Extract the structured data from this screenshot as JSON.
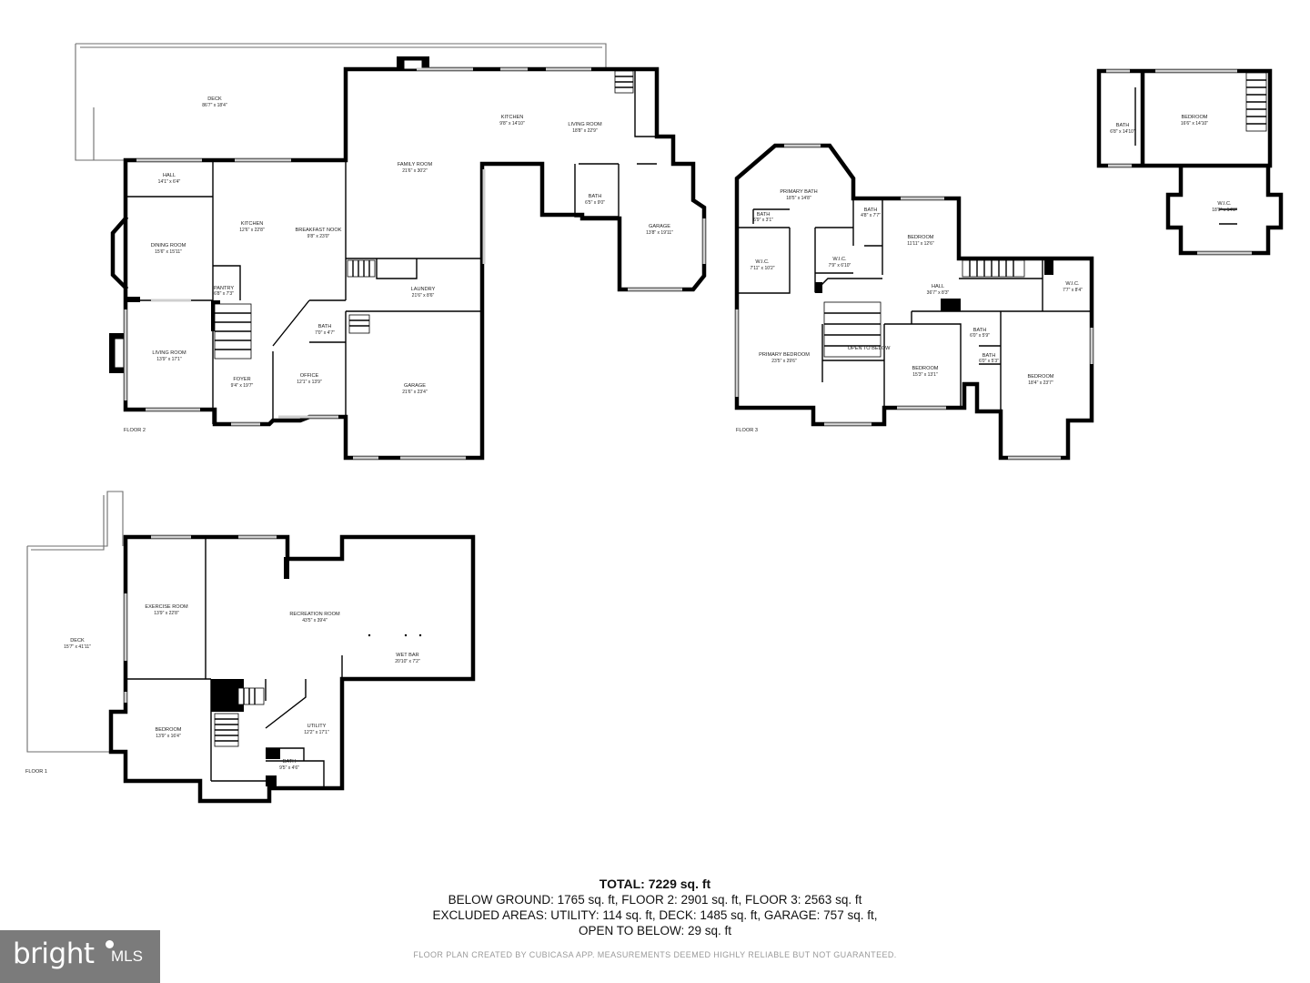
{
  "floors": {
    "floor1": {
      "label": "FLOOR 1",
      "rooms": [
        {
          "name": "DECK",
          "dims": "15'7\" x 41'11\""
        },
        {
          "name": "EXERCISE ROOM",
          "dims": "13'9\" x 22'8\""
        },
        {
          "name": "RECREATION ROOM",
          "dims": "43'5\" x 39'4\""
        },
        {
          "name": "WET BAR",
          "dims": "20'10\" x 7'2\""
        },
        {
          "name": "BEDROOM",
          "dims": "13'9\" x 16'4\""
        },
        {
          "name": "UTILITY",
          "dims": "12'2\" x 17'1\""
        },
        {
          "name": "BATH",
          "dims": "9'5\" x 4'6\""
        }
      ]
    },
    "floor2": {
      "label": "FLOOR 2",
      "rooms": [
        {
          "name": "DECK",
          "dims": "86'7\" x 18'4\""
        },
        {
          "name": "HALL",
          "dims": "14'1\" x 6'4\""
        },
        {
          "name": "FAMILY ROOM",
          "dims": "21'6\" x 30'2\""
        },
        {
          "name": "KITCHEN",
          "dims": "9'8\" x 14'10\""
        },
        {
          "name": "LIVING ROOM",
          "dims": "18'8\" x 22'9\""
        },
        {
          "name": "BATH",
          "dims": "6'5\" x 9'0\""
        },
        {
          "name": "GARAGE",
          "dims": "13'8\" x 19'11\""
        },
        {
          "name": "KITCHEN",
          "dims": "12'6\" x 22'8\""
        },
        {
          "name": "BREAKFAST NOOK",
          "dims": "9'8\" x 23'0\""
        },
        {
          "name": "DINING ROOM",
          "dims": "15'6\" x 15'11\""
        },
        {
          "name": "PANTRY",
          "dims": "6'8\" x 7'3\""
        },
        {
          "name": "LAUNDRY",
          "dims": "21'6\" x 8'6\""
        },
        {
          "name": "BATH",
          "dims": "7'0\" x 4'7\""
        },
        {
          "name": "LIVING ROOM",
          "dims": "13'9\" x 17'1\""
        },
        {
          "name": "FOYER",
          "dims": "9'4\" x 19'7\""
        },
        {
          "name": "OFFICE",
          "dims": "12'1\" x 13'9\""
        },
        {
          "name": "GARAGE",
          "dims": "21'6\" x 23'4\""
        }
      ]
    },
    "floor3": {
      "label": "FLOOR 3",
      "rooms": [
        {
          "name": "PRIMARY BATH",
          "dims": "18'5\" x 14'8\""
        },
        {
          "name": "BATH",
          "dims": "6'9\" x 3'1\""
        },
        {
          "name": "BATH",
          "dims": "4'8\" x 7'7\""
        },
        {
          "name": "BEDROOM",
          "dims": "11'11\" x 12'6\""
        },
        {
          "name": "W.I.C.",
          "dims": "7'11\" x 10'2\""
        },
        {
          "name": "W.I.C.",
          "dims": "7'9\" x 6'10\""
        },
        {
          "name": "HALL",
          "dims": "36'7\" x 8'3\""
        },
        {
          "name": "W.I.C.",
          "dims": "7'7\" x 8'4\""
        },
        {
          "name": "BATH",
          "dims": "6'0\" x 5'9\""
        },
        {
          "name": "BATH",
          "dims": "6'0\" x 5'3\""
        },
        {
          "name": "PRIMARY BEDROOM",
          "dims": "23'5\" x 29'6\""
        },
        {
          "name": "OPEN TO BELOW",
          "dims": ""
        },
        {
          "name": "BEDROOM",
          "dims": "15'3\" x 13'1\""
        },
        {
          "name": "BEDROOM",
          "dims": "18'4\" x 23'7\""
        }
      ]
    },
    "upper": {
      "rooms": [
        {
          "name": "BATH",
          "dims": "6'8\" x 14'10\""
        },
        {
          "name": "BEDROOM",
          "dims": "16'6\" x 14'10\""
        },
        {
          "name": "W.I.C.",
          "dims": "18'0\" x 14'0\""
        }
      ]
    }
  },
  "summary": {
    "total": "TOTAL: 7229 sq. ft",
    "line1": "BELOW GROUND: 1765 sq. ft, FLOOR 2: 2901 sq. ft, FLOOR 3: 2563 sq. ft",
    "line2": "EXCLUDED AREAS: UTILITY: 114 sq. ft, DECK: 1485 sq. ft, GARAGE: 757 sq. ft,",
    "line3": "OPEN TO BELOW: 29 sq. ft"
  },
  "disclaimer": "FLOOR PLAN CREATED BY CUBICASA APP. MEASUREMENTS DEEMED HIGHLY RELIABLE BUT NOT GUARANTEED.",
  "logo": {
    "brand": "bright",
    "suffix": "MLS"
  }
}
